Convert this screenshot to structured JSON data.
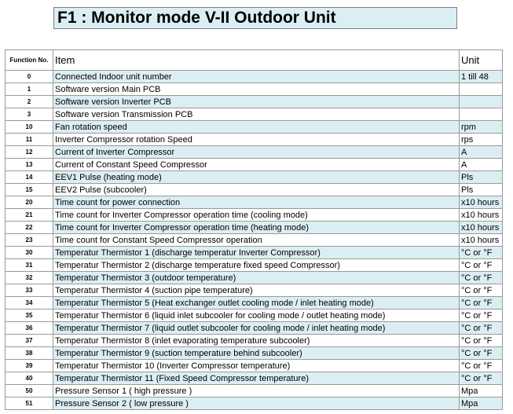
{
  "title": "F1 : Monitor mode V-II Outdoor Unit",
  "headers": {
    "function_no": "Function No.",
    "item": "Item",
    "unit": "Unit"
  },
  "rows": [
    {
      "no": "0",
      "item": "Connected Indoor unit number",
      "unit": "1 till 48"
    },
    {
      "no": "1",
      "item": "Software version Main PCB",
      "unit": ""
    },
    {
      "no": "2",
      "item": "Software version Inverter PCB",
      "unit": ""
    },
    {
      "no": "3",
      "item": "Software version Transmission PCB",
      "unit": ""
    },
    {
      "no": "10",
      "item": "Fan rotation speed",
      "unit": "rpm"
    },
    {
      "no": "11",
      "item": "Inverter Compressor rotation Speed",
      "unit": "rps"
    },
    {
      "no": "12",
      "item": "Current of Inverter Compressor",
      "unit": "A"
    },
    {
      "no": "13",
      "item": "Current of Constant Speed Compressor",
      "unit": "A"
    },
    {
      "no": "14",
      "item": "EEV1 Pulse (heating mode)",
      "unit": "Pls"
    },
    {
      "no": "15",
      "item": "EEV2 Pulse (subcooler)",
      "unit": "Pls"
    },
    {
      "no": "20",
      "item": "Time count for power connection",
      "unit": "x10 hours"
    },
    {
      "no": "21",
      "item": "Time count for Inverter Compressor operation time (cooling mode)",
      "unit": "x10 hours"
    },
    {
      "no": "22",
      "item": "Time count for Inverter Compressor operation time (heating mode)",
      "unit": "x10 hours"
    },
    {
      "no": "23",
      "item": "Time count for Constant Speed Compressor operation",
      "unit": "x10 hours"
    },
    {
      "no": "30",
      "item": "Temperatur Thermistor 1 (discharge temperatur Inverter Compressor)",
      "unit": "°C or °F"
    },
    {
      "no": "31",
      "item": "Temperatur Thermistor 2 (discharge temperature fixed speed Compressor)",
      "unit": "°C or °F"
    },
    {
      "no": "32",
      "item": "Temperatur Thermistor 3 (outdoor temperature)",
      "unit": "°C or °F"
    },
    {
      "no": "33",
      "item": "Temperatur Thermistor 4 (suction pipe temperature)",
      "unit": "°C or °F"
    },
    {
      "no": "34",
      "item": "Temperatur Thermistor 5 (Heat exchanger outlet cooling mode / inlet heating mode)",
      "unit": "°C or °F"
    },
    {
      "no": "35",
      "item": "Temperatur Thermistor 6 (liquid inlet subcooler for cooling mode / outlet heating mode)",
      "unit": "°C or °F"
    },
    {
      "no": "36",
      "item": "Temperatur Thermistor 7 (liquid outlet subcooler for cooling mode / inlet heating mode)",
      "unit": "°C or °F"
    },
    {
      "no": "37",
      "item": "Temperatur Thermistor 8 (inlet evaporating temperature subcooler)",
      "unit": "°C or °F"
    },
    {
      "no": "38",
      "item": "Temperatur Thermistor 9 (suction temperature behind subcooler)",
      "unit": "°C or °F"
    },
    {
      "no": "39",
      "item": "Temperatur Thermistor 10 (Inverter Compressor temperature)",
      "unit": "°C or °F"
    },
    {
      "no": "40",
      "item": "Temperatur Thermistor 11 (Fixed Speed Compressor temperature)",
      "unit": "°C or °F"
    },
    {
      "no": "50",
      "item": "Pressure Sensor 1 ( high pressure )",
      "unit": "Mpa"
    },
    {
      "no": "51",
      "item": "Pressure Sensor 2 ( low pressure )",
      "unit": "Mpa"
    }
  ],
  "colors": {
    "row_highlight": "#dbeef3",
    "title_bg": "#dbeef3",
    "border": "#9a9a9a"
  }
}
